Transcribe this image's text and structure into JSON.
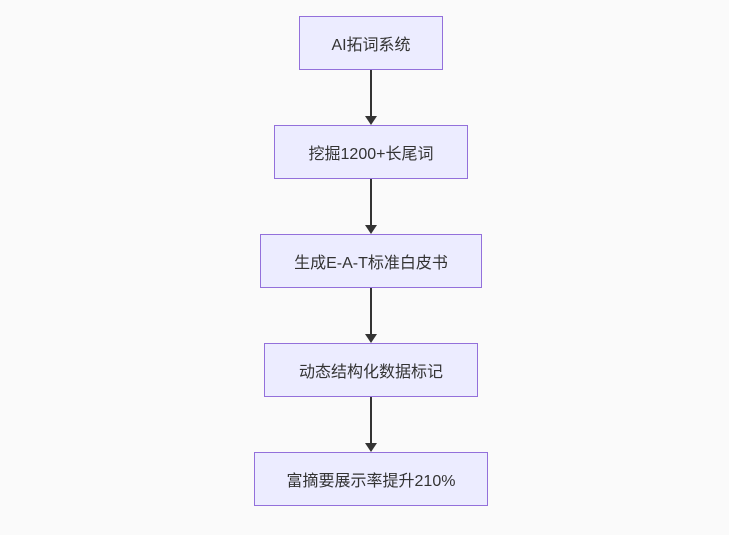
{
  "flowchart": {
    "type": "flowchart",
    "direction": "top-down",
    "nodes": [
      {
        "id": "node-1",
        "label": "AI拓词系统"
      },
      {
        "id": "node-2",
        "label": "挖掘1200+长尾词"
      },
      {
        "id": "node-3",
        "label": "生成E-A-T标准白皮书"
      },
      {
        "id": "node-4",
        "label": "动态结构化数据标记"
      },
      {
        "id": "node-5",
        "label": "富摘要展示率提升210%"
      }
    ],
    "edges": [
      {
        "from": "node-1",
        "to": "node-2",
        "style": "arrow-down"
      },
      {
        "from": "node-2",
        "to": "node-3",
        "style": "arrow-down"
      },
      {
        "from": "node-3",
        "to": "node-4",
        "style": "arrow-down"
      },
      {
        "from": "node-4",
        "to": "node-5",
        "style": "arrow-down"
      }
    ],
    "colors": {
      "node_fill": "#ECECFF",
      "node_border": "#9370DB",
      "arrow": "#333333",
      "text": "#333333",
      "background": "#FAFAFA"
    }
  }
}
